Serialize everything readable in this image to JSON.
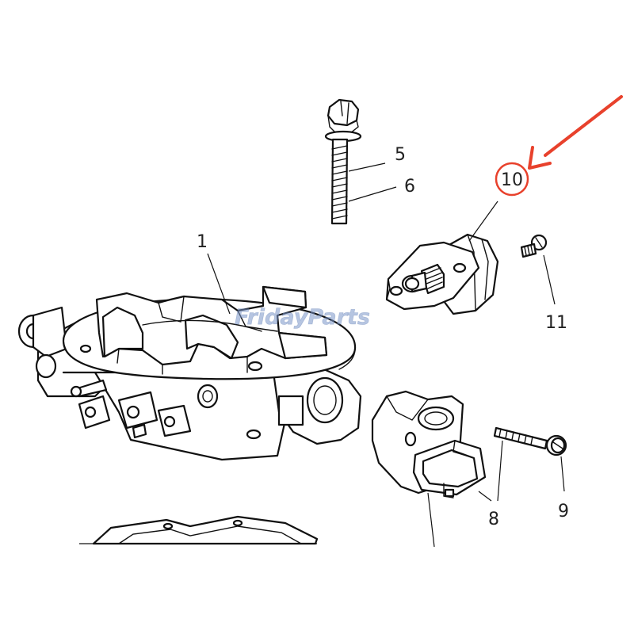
{
  "diagram": {
    "part_labels": {
      "p1": "1",
      "p5": "5",
      "p6": "6",
      "p8": "8",
      "p9": "9",
      "p10": "10",
      "p11": "11"
    },
    "watermark": "FridayParts",
    "highlight_color": "#e8412c",
    "watermark_color": "#7a96c8"
  }
}
